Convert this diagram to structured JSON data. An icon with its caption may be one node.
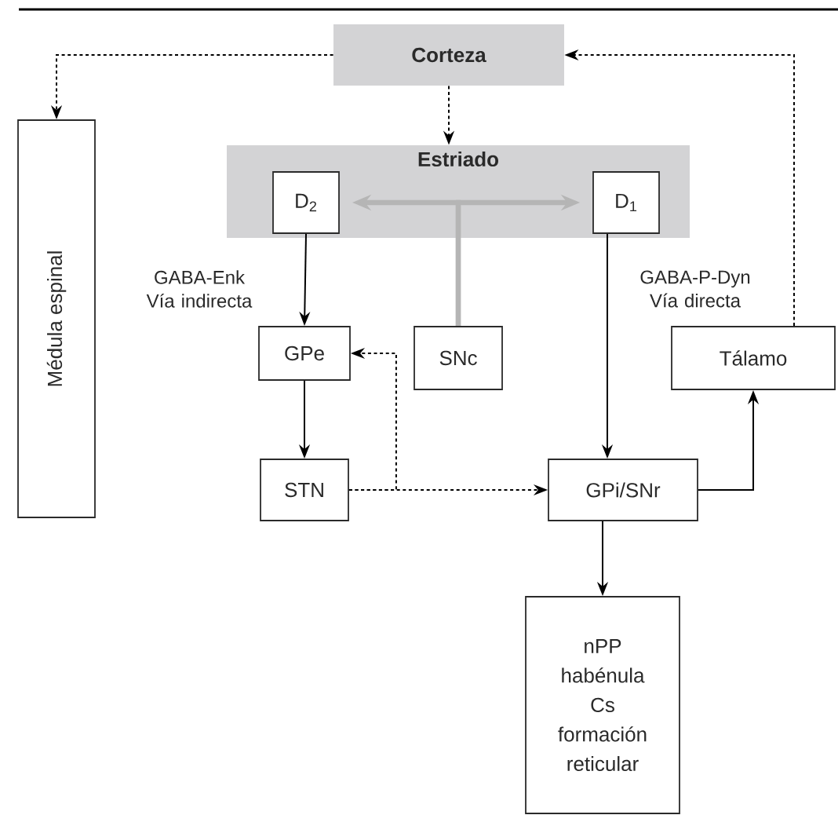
{
  "diagram": {
    "nodes": [
      {
        "text": [
          "Corteza"
        ]
      },
      {
        "text": [
          "Médula espinal"
        ]
      },
      {
        "text": [
          "Estriado"
        ]
      },
      {
        "text": [
          "D$_{2}$"
        ],
        "in": 2
      },
      {
        "text": [
          "D$_{1}$"
        ],
        "in": 2
      },
      {
        "text": [
          "GPe"
        ]
      },
      {
        "text": [
          "SNc"
        ]
      },
      {
        "text": [
          "Tálamo"
        ]
      },
      {
        "text": [
          "STN"
        ]
      },
      {
        "text": [
          "GPi/SNr"
        ]
      },
      {
        "text": [
          "nPP habénula Cs formación reticular"
        ]
      }
    ],
    "edges": [
      {
        "from": 0,
        "to": 1,
        "arrow": "to",
        "style": "dashed"
      },
      {
        "from": 0,
        "to": 2,
        "arrow": "to",
        "style": "dashed"
      },
      {
        "from": 7,
        "to": 0,
        "arrow": "to",
        "style": "dashed"
      },
      {
        "from": 6,
        "to": 3,
        "arrow": "to",
        "style": "thick",
        "color": "#b5b5b5"
      },
      {
        "from": 6,
        "to": 4,
        "arrow": "to",
        "style": "thick",
        "color": "#b5b5b5"
      },
      {
        "from": 3,
        "to": 5,
        "arrow": "to",
        "label": "GABA-Enk Vía indirecta"
      },
      {
        "from": 4,
        "to": 9,
        "arrow": "to",
        "label": "GABA-P-Dyn Vía directa"
      },
      {
        "from": 5,
        "to": 8,
        "arrow": "to"
      },
      {
        "from": 8,
        "to": 9,
        "arrow": "to",
        "style": "dashed"
      },
      {
        "from": 8,
        "to": 5,
        "arrow": "to",
        "style": "dashed"
      },
      {
        "from": 9,
        "to": 7,
        "arrow": "to"
      },
      {
        "from": 9,
        "to": 10,
        "arrow": "to"
      }
    ]
  }
}
